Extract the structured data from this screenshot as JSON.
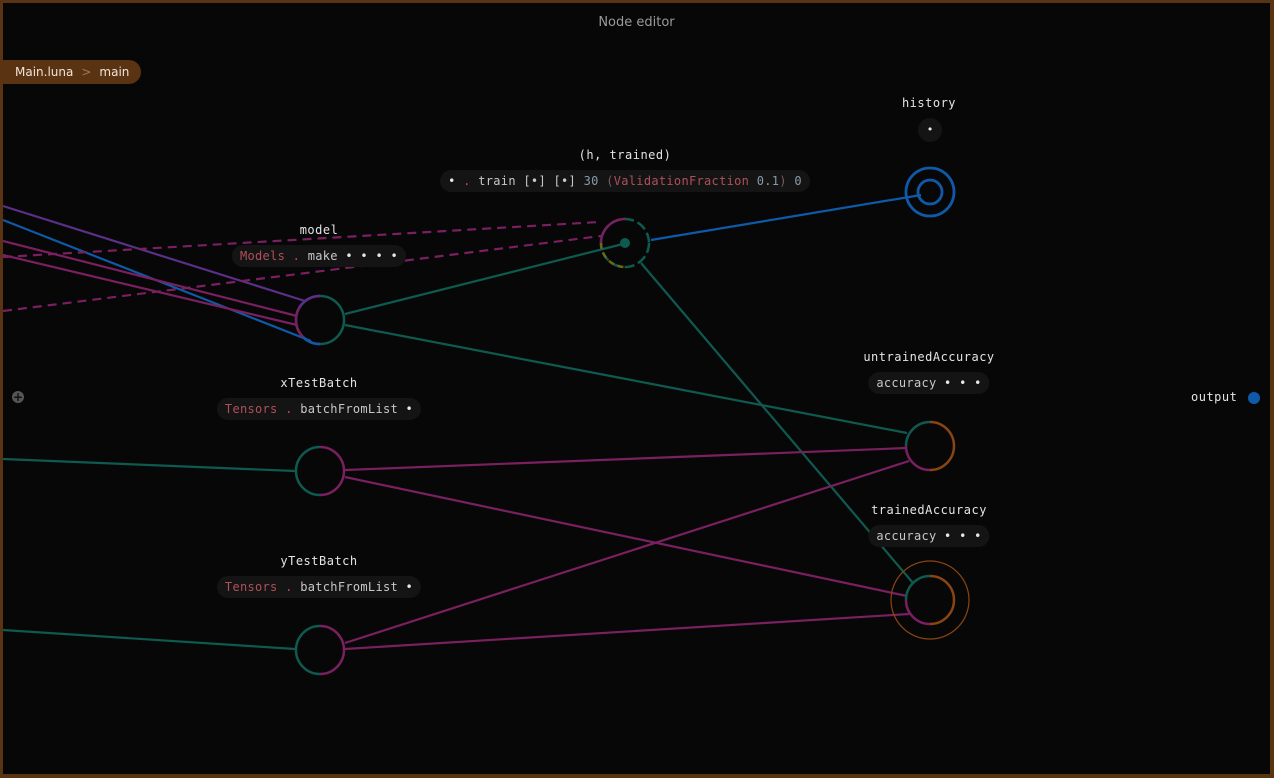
{
  "panel": {
    "title": "Node editor"
  },
  "breadcrumb": {
    "items": [
      "Main.luna",
      "main"
    ],
    "separator": ">"
  },
  "nodes": {
    "history": {
      "name": "history",
      "expr": "•"
    },
    "train": {
      "name": "(h, trained)",
      "expr": {
        "dot": "•",
        "op": ".",
        "fn": "train",
        "a1": "[•]",
        "a2": "[•]",
        "n1": "30",
        "po": "(",
        "ctor": "ValidationFraction",
        "n2": "0.1",
        "pc": ")",
        "n3": "0"
      }
    },
    "model": {
      "name": "model",
      "expr": {
        "cls": "Models",
        "op": ".",
        "fn": "make",
        "args": "• • • •"
      }
    },
    "xTestBatch": {
      "name": "xTestBatch",
      "expr": {
        "cls": "Tensors",
        "op": ".",
        "fn": "batchFromList",
        "args": "•"
      }
    },
    "yTestBatch": {
      "name": "yTestBatch",
      "expr": {
        "cls": "Tensors",
        "op": ".",
        "fn": "batchFromList",
        "args": "•"
      }
    },
    "untrainedAccuracy": {
      "name": "untrainedAccuracy",
      "expr": {
        "fn": "accuracy",
        "args": "• • •"
      }
    },
    "trainedAccuracy": {
      "name": "trainedAccuracy",
      "expr": {
        "fn": "accuracy",
        "args": "• • •"
      }
    }
  },
  "output": {
    "label": "output"
  },
  "colors": {
    "frame": "#5a3312",
    "background": "#070707",
    "teal": "#0f5a50",
    "magenta": "#7a2060",
    "purple": "#5a2f88",
    "blue": "#0f5aa8",
    "orange": "#8a4512",
    "olive": "#6a6a12"
  }
}
